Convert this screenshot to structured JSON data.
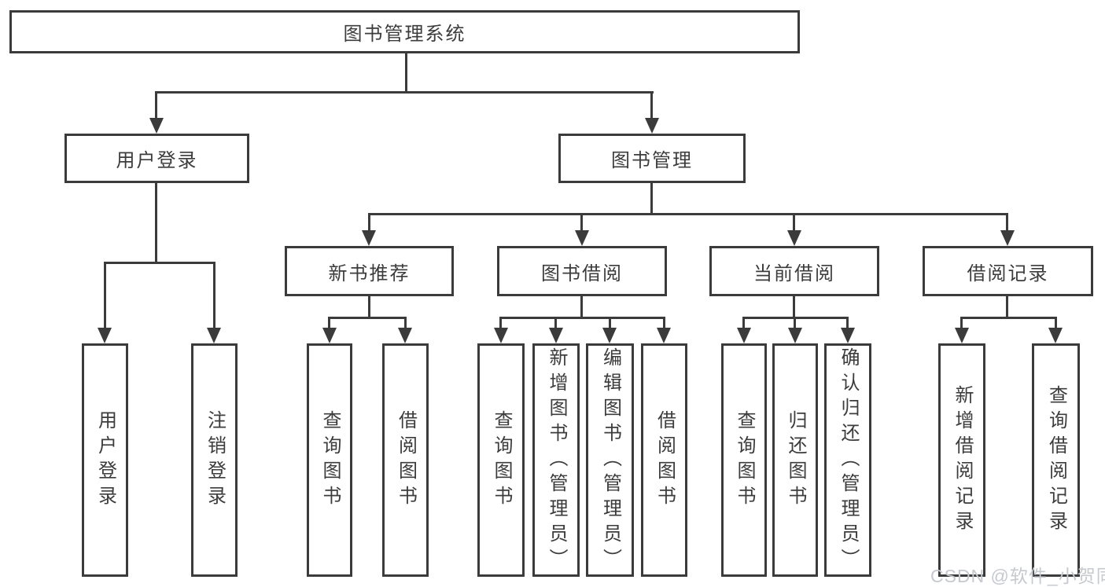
{
  "diagram": {
    "root": {
      "label": "图书管理系统"
    },
    "level2": [
      {
        "id": "user-login",
        "label": "用户登录"
      },
      {
        "id": "book-management",
        "label": "图书管理"
      }
    ],
    "level3": [
      {
        "id": "new-book-recommend",
        "label": "新书推荐"
      },
      {
        "id": "book-borrow",
        "label": "图书借阅"
      },
      {
        "id": "current-borrow",
        "label": "当前借阅"
      },
      {
        "id": "borrow-records",
        "label": "借阅记录"
      }
    ],
    "leaves": {
      "user_login": [
        "用户登录",
        "注销登录"
      ],
      "new_book": [
        "查询图书",
        "借阅图书"
      ],
      "book_borrow": [
        "查询图书",
        "新增图书（管理员）",
        "编辑图书（管理员）",
        "借阅图书"
      ],
      "current_borrow": [
        "查询图书",
        "归还图书",
        "确认归还（管理员）"
      ],
      "records": [
        "新增借阅记录",
        "查询借阅记录"
      ]
    },
    "watermark": "CSDN @软件_小贺同学",
    "colors": {
      "line": "#3b3b3b",
      "text": "#3c3c3c",
      "background": "#ffffff",
      "watermark": "#c6c9cd"
    }
  }
}
